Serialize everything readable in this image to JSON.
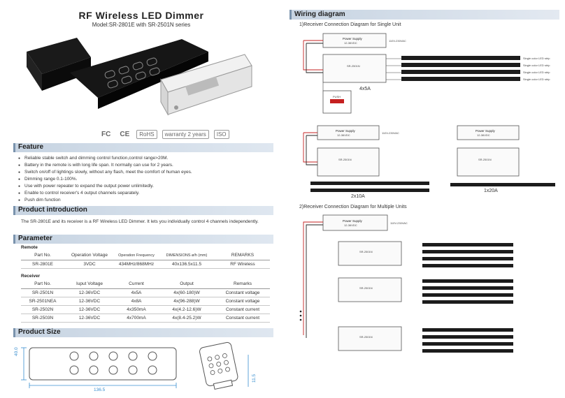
{
  "header": {
    "title": "RF Wireless LED Dimmer",
    "subtitle": "Model:SR-2801E with SR-2501N series"
  },
  "certs": [
    "FC",
    "CE",
    "RoHS",
    "warranty 2 years",
    "ISO"
  ],
  "sections": {
    "feature": "Feature",
    "intro": "Product introduction",
    "parameter": "Parameter",
    "size": "Product Size",
    "wiring": "Wiring diagram"
  },
  "features": [
    "Reliable stable switch and dimming control function,control range>20M.",
    "Battery in the remote is with long life span. It normally can use for 2 years.",
    "Switch on/off of lightings slowly, without any flash, meet the comfort of human eyes.",
    "Dimming range 0.1-100%.",
    "Use with power repeater to expand the output power unlimitedly.",
    "Enable to control receiver's 4 output channels separately.",
    "Push dim function"
  ],
  "intro_text": "The SR-2801E and its receiver is a RF Wireless LED Dimmer. It lets you individually control 4 channels independently.",
  "remote": {
    "label": "Remote",
    "headers": [
      "Part No.",
      "Operation Voltage",
      "Operation Frequency",
      "DIMENSIONS ø/h (mm)",
      "REMARKS"
    ],
    "rows": [
      [
        "SR-2801E",
        "3VDC",
        "434MHz/868MHz",
        "40x136.5x11.5",
        "RF Wireless"
      ]
    ]
  },
  "receiver": {
    "label": "Receiver",
    "headers": [
      "Part No.",
      "Iuput Voltage",
      "Current",
      "Output",
      "Remarks"
    ],
    "rows": [
      [
        "SR-2501N",
        "12-36VDC",
        "4x5A",
        "4x(60-180)W",
        "Constant voltage"
      ],
      [
        "SR-2501NEA",
        "12-36VDC",
        "4x8A",
        "4x(96-288)W",
        "Constant voltage"
      ],
      [
        "SR-2502N",
        "12-36VDC",
        "4x350mA",
        "4x(4.2-12.6)W",
        "Constant current"
      ],
      [
        "SR-2503N",
        "12-36VDC",
        "4x700mA",
        "4x(8.4-25.2)W",
        "Constant current"
      ]
    ]
  },
  "size": {
    "width": "136.5",
    "height": "40.0",
    "depth": "11.5"
  },
  "wiring": {
    "single_head": "1)Receiver Connection Diagram for Single Unit",
    "multi_head": "2)Receiver Connection Diagram for Multiple Units",
    "cap_4x5a": "4x5A",
    "cap_2x10a": "2x10A",
    "cap_1x20a": "1x20A",
    "ps_label": "Power Supply",
    "ps_voltage": "12-36VDC",
    "ac_label": "110V-230VAC",
    "receiver_label": "SR-2501N",
    "push_label": "PUSH",
    "strip_label": "Single color LED strip"
  }
}
